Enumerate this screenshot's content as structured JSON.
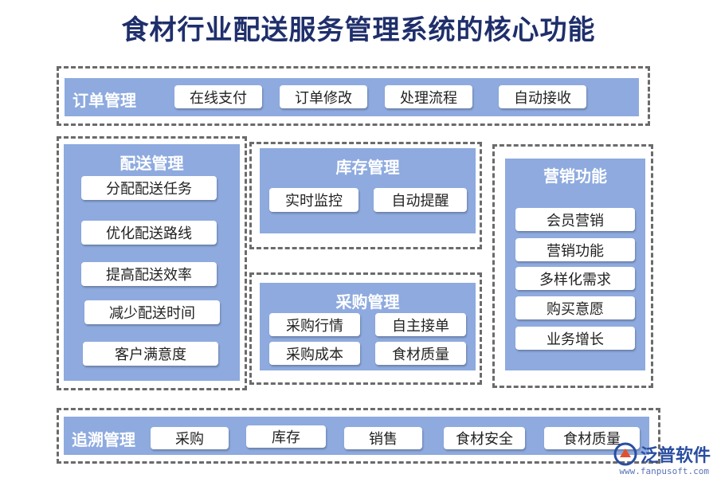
{
  "title": "食材行业配送服务管理系统的核心功能",
  "order": {
    "label": "订单管理",
    "items": [
      "在线支付",
      "订单修改",
      "处理流程",
      "自动接收"
    ]
  },
  "delivery": {
    "label": "配送管理",
    "items": [
      "分配配送任务",
      "优化配送路线",
      "提高配送效率",
      "减少配送时间",
      "客户满意度"
    ]
  },
  "inventory": {
    "label": "库存管理",
    "items": [
      "实时监控",
      "自动提醒"
    ]
  },
  "purchase": {
    "label": "采购管理",
    "items": [
      "采购行情",
      "自主接单",
      "采购成本",
      "食材质量"
    ]
  },
  "marketing": {
    "label": "营销功能",
    "items": [
      "会员营销",
      "营销功能",
      "多样化需求",
      "购买意愿",
      "业务增长"
    ]
  },
  "trace": {
    "label": "追溯管理",
    "items": [
      "采购",
      "库存",
      "销售",
      "食材安全",
      "食材质量"
    ]
  },
  "logo": {
    "name": "泛普软件",
    "url": "www.fanpusoft.com"
  },
  "colors": {
    "panel": "#8eaadf",
    "title": "#1f2f6b",
    "frame": "#6b6b6b"
  }
}
